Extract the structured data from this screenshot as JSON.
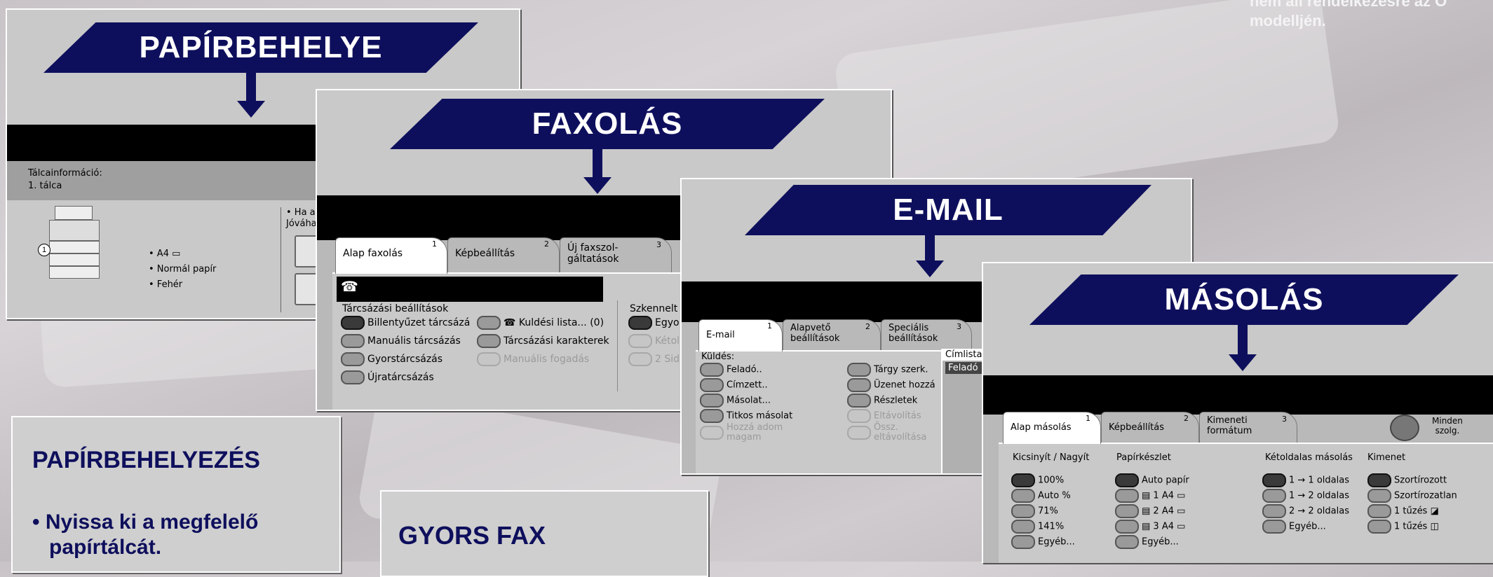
{
  "corner_note": [
    "nem áll rendelkezésre az O",
    "modelljén."
  ],
  "paper_panel": {
    "banner": "PAPÍRBEHELYE",
    "tray_info": "Tálcainformáció:",
    "tray": "1. tálca",
    "tray_number": "1",
    "specs": [
      "• A4 ▭",
      "• Normál papír",
      "• Fehér"
    ],
    "note": [
      "• Ha a",
      "Jóváha"
    ]
  },
  "fax_panel": {
    "banner": "FAXOLÁS",
    "tabs": [
      {
        "label": "Alap faxolás",
        "num": "1"
      },
      {
        "label": "Képbeállítás",
        "num": "2"
      },
      {
        "label": "Új faxszol-\ngáltatások",
        "num": "3"
      }
    ],
    "phone_icon": "☎",
    "dial_title": "Tárcsázási beállítások",
    "dial_items": [
      "Billentyűzet tárcsázá",
      "Manuális tárcsázás",
      "Gyorstárcsázás",
      "Újratárcsázás"
    ],
    "mid_items": [
      "☎ Kuldési lista... (0)",
      "Tárcsázási karakterek",
      "Manuális fogadás"
    ],
    "scan_title": "Szkennelt",
    "scan_items": [
      "Egyo",
      "Kétol",
      "2 Sid"
    ]
  },
  "email_panel": {
    "banner": "E-MAIL",
    "tabs": [
      {
        "label": "E-mail",
        "num": "1"
      },
      {
        "label": "Alapvető\nbeállítások",
        "num": "2"
      },
      {
        "label": "Speciális\nbeállítások",
        "num": "3"
      }
    ],
    "send_title": "Küldés:",
    "left_items": [
      "Feladó..",
      "Címzett..",
      "Másolat...",
      "Titkos másolat",
      "Hozzá adom\nmagam"
    ],
    "right_items": [
      "Tárgy szerk.",
      "Üzenet hozzá",
      "Részletek",
      "Eltávolítás",
      "Össz.\neltávolítása"
    ],
    "list_title": "Címlista",
    "list_item": "Feladó"
  },
  "copy_panel": {
    "banner": "MÁSOLÁS",
    "tabs": [
      {
        "label": "Alap másolás",
        "num": "1"
      },
      {
        "label": "Képbeállítás",
        "num": "2"
      },
      {
        "label": "Kimeneti\nformátum",
        "num": "3"
      }
    ],
    "all_services": "Minden\nszolg.",
    "columns": [
      {
        "title": "Kicsinyít / Nagyít",
        "items": [
          "100%",
          "Auto %",
          "71%",
          "141%",
          "Egyéb..."
        ]
      },
      {
        "title": "Papírkészlet",
        "items": [
          "Auto papír",
          "▤ 1 A4 ▭",
          "▤ 2 A4 ▭",
          "▤ 3 A4 ▭",
          "Egyéb..."
        ]
      },
      {
        "title": "Kétoldalas másolás",
        "items": [
          "1 → 1 oldalas",
          "1 → 2 oldalas",
          "2 → 2 oldalas",
          "Egyéb..."
        ]
      },
      {
        "title": "Kimenet",
        "items": [
          "Szortírozott",
          "Szortírozatlan",
          "1 tűzés ◪",
          "1 tűzés ◫"
        ]
      }
    ]
  },
  "text_box_paper": {
    "title": "PAPÍRBEHELYEZÉS",
    "bullet": [
      "• Nyissa ki a megfelelő",
      "papírtálcát."
    ]
  },
  "text_box_fax": {
    "title": "GYORS FAX"
  },
  "colors": {
    "navy": "#0e0f5c",
    "panel": "#c9c9c9"
  }
}
